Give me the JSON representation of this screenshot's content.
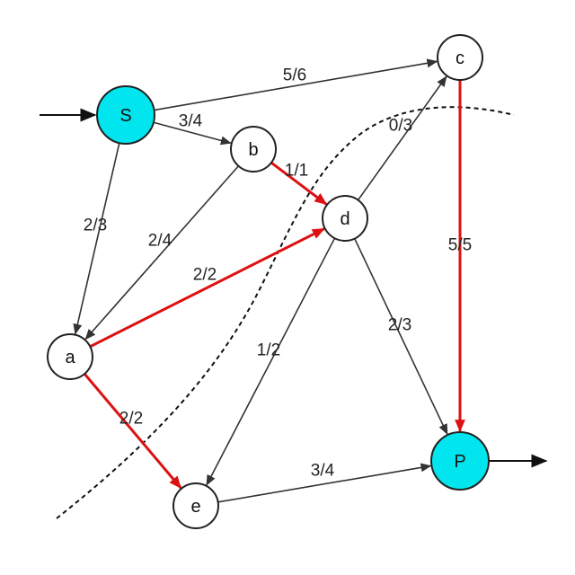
{
  "nodes": [
    {
      "id": "S",
      "label": "S",
      "source": true
    },
    {
      "id": "a",
      "label": "a"
    },
    {
      "id": "b",
      "label": "b"
    },
    {
      "id": "c",
      "label": "c"
    },
    {
      "id": "d",
      "label": "d"
    },
    {
      "id": "e",
      "label": "e"
    },
    {
      "id": "P",
      "label": "P",
      "sink": true
    }
  ],
  "edges": [
    {
      "from": "S",
      "to": "c",
      "label": "5/6"
    },
    {
      "from": "S",
      "to": "b",
      "label": "3/4"
    },
    {
      "from": "S",
      "to": "a",
      "label": "2/3"
    },
    {
      "from": "b",
      "to": "d",
      "label": "1/1",
      "highlight": true
    },
    {
      "from": "b",
      "to": "a",
      "label": "2/4"
    },
    {
      "from": "a",
      "to": "d",
      "label": "2/2",
      "highlight": true
    },
    {
      "from": "a",
      "to": "e",
      "label": "2/2",
      "highlight": true
    },
    {
      "from": "d",
      "to": "c",
      "label": "0/3"
    },
    {
      "from": "d",
      "to": "e",
      "label": "1/2"
    },
    {
      "from": "d",
      "to": "P",
      "label": "2/3"
    },
    {
      "from": "c",
      "to": "P",
      "label": "5/5",
      "highlight": true
    },
    {
      "from": "e",
      "to": "P",
      "label": "3/4"
    }
  ],
  "colors": {
    "terminal_fill": "#00e5ee",
    "node_fill": "#ffffff",
    "stroke": "#222222",
    "edge": "#333333",
    "highlight": "#dd1111",
    "cut": "#111111"
  }
}
